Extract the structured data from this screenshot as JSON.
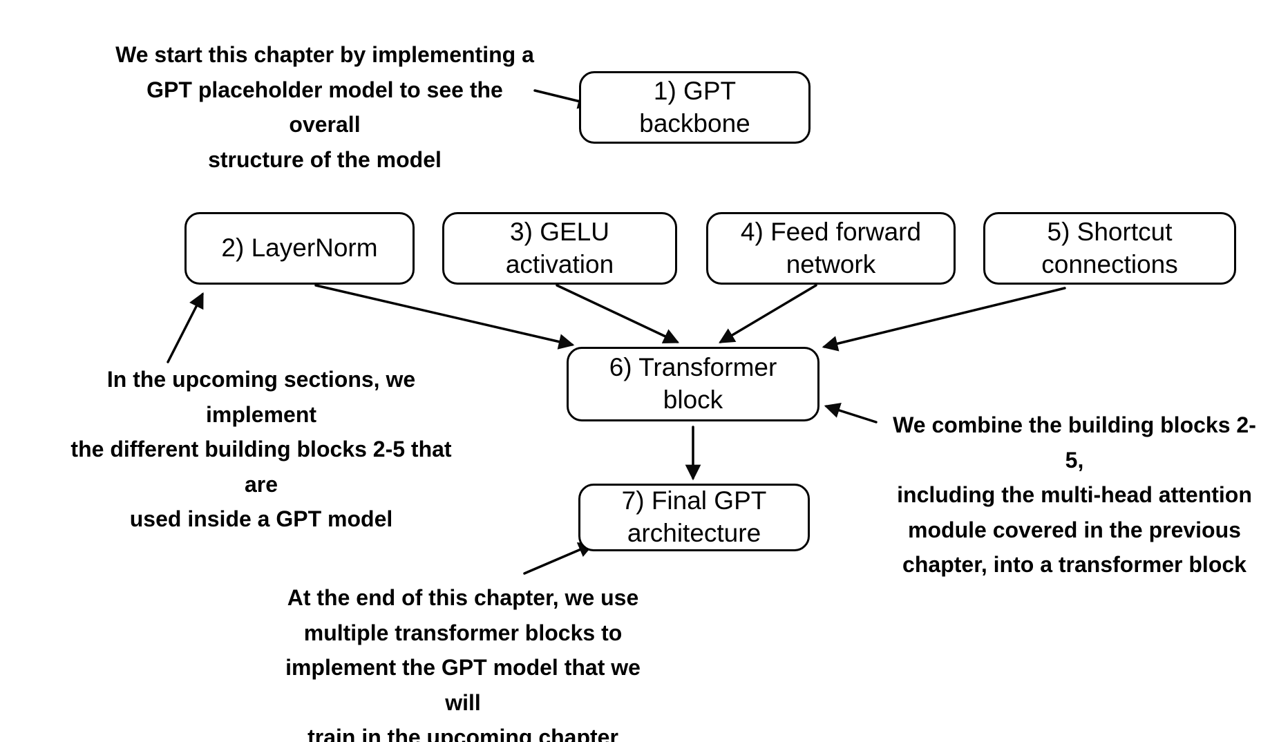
{
  "diagram": {
    "boxes": {
      "gpt_backbone": {
        "label": "1) GPT\nbackbone"
      },
      "layernorm": {
        "label": "2) LayerNorm"
      },
      "gelu": {
        "label": "3) GELU\nactivation"
      },
      "feed_forward": {
        "label": "4) Feed forward\nnetwork"
      },
      "shortcut": {
        "label": "5) Shortcut\nconnections"
      },
      "transformer_block": {
        "label": "6) Transformer\nblock"
      },
      "final_gpt": {
        "label": "7) Final GPT\narchitecture"
      }
    },
    "annotations": {
      "top_left": "We start this chapter by implementing a\nGPT placeholder model to see the overall\nstructure of the model",
      "left": "In the upcoming sections, we implement\nthe different building blocks 2-5 that are\nused inside a GPT model",
      "right": "We combine the building blocks 2-5,\nincluding the multi-head attention\nmodule covered in the previous\nchapter, into a transformer block",
      "bottom": "At the end of this chapter, we use\nmultiple transformer blocks to\nimplement the GPT model that we will\ntrain in the upcoming chapter"
    },
    "colors": {
      "background": "#ffffff",
      "box_border": "#000000",
      "text": "#000000"
    }
  }
}
